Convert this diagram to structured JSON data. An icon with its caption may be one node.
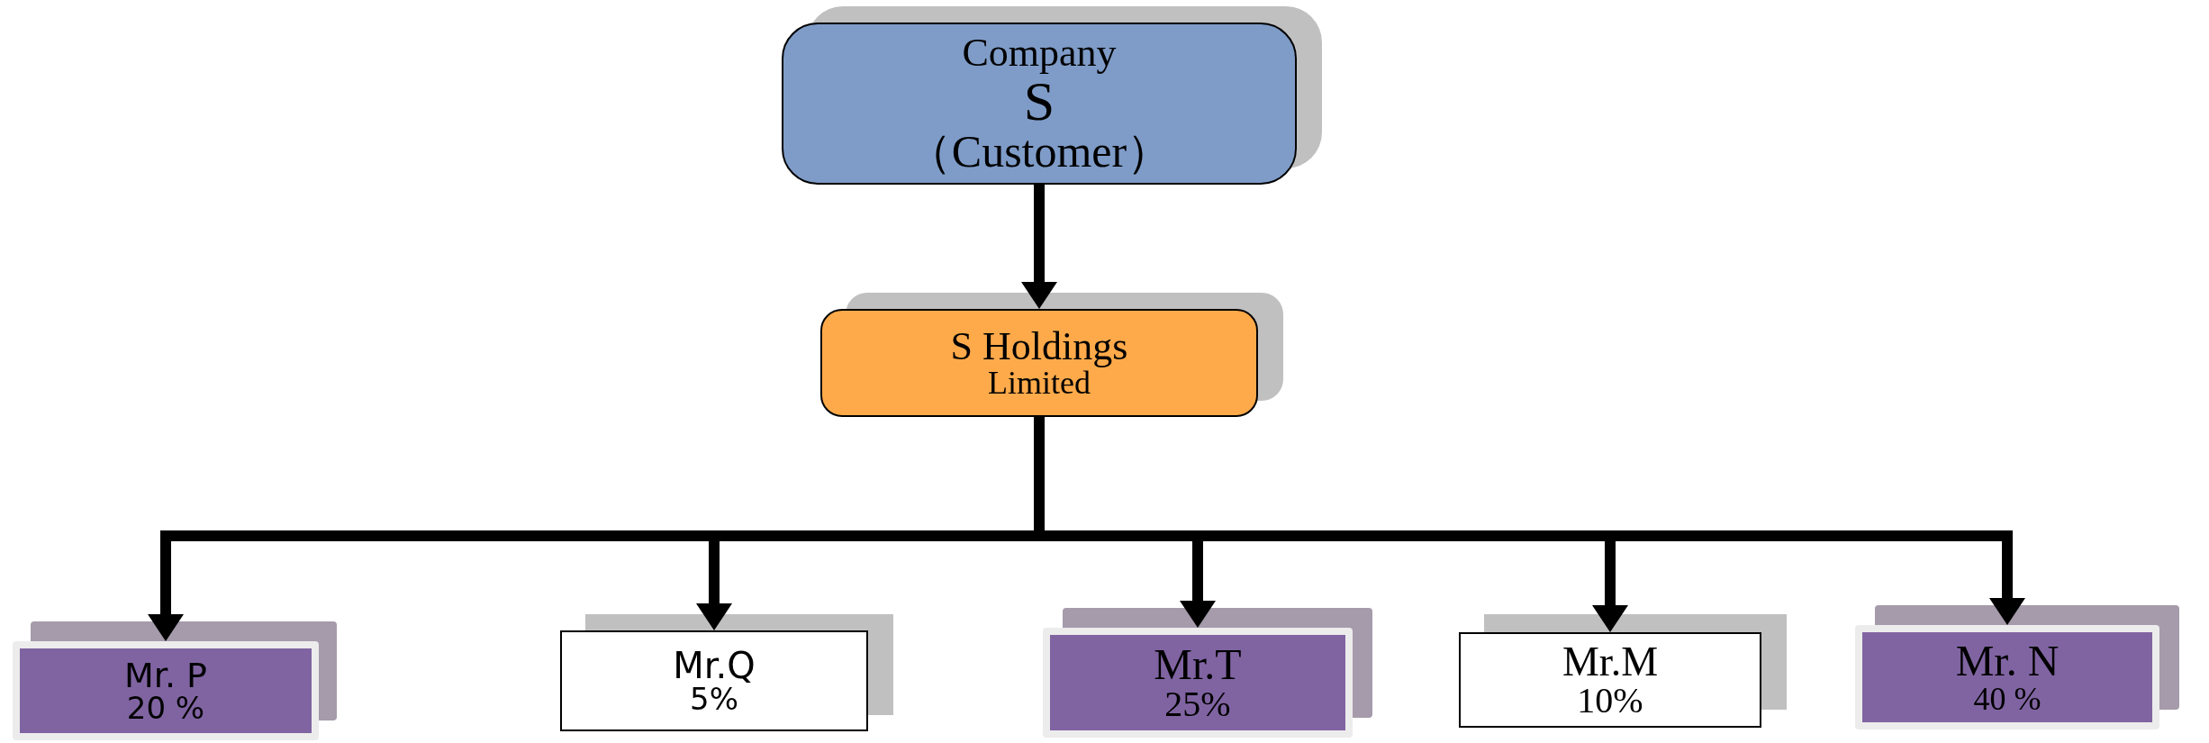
{
  "diagram": {
    "nodes": [
      {
        "text": [
          "Company",
          "S",
          "（Customer）"
        ]
      },
      {
        "text": [
          "S Holdings",
          "Limited"
        ]
      },
      {
        "text": [
          "Mr. P",
          "20 %"
        ]
      },
      {
        "text": [
          "Mr.Q",
          "5%"
        ]
      },
      {
        "text": [
          "Mr.T",
          "25%"
        ]
      },
      {
        "text": [
          "Mr.M",
          "10%"
        ]
      },
      {
        "text": [
          "Mr. N",
          "40 %"
        ]
      }
    ],
    "edges": [
      {
        "from": 0,
        "to": 1,
        "arrow": "to"
      },
      {
        "from": 1,
        "to": 2,
        "arrow": "to"
      },
      {
        "from": 1,
        "to": 3,
        "arrow": "to"
      },
      {
        "from": 1,
        "to": 4,
        "arrow": "to"
      },
      {
        "from": 1,
        "to": 5,
        "arrow": "to"
      },
      {
        "from": 1,
        "to": 6,
        "arrow": "to"
      }
    ]
  }
}
